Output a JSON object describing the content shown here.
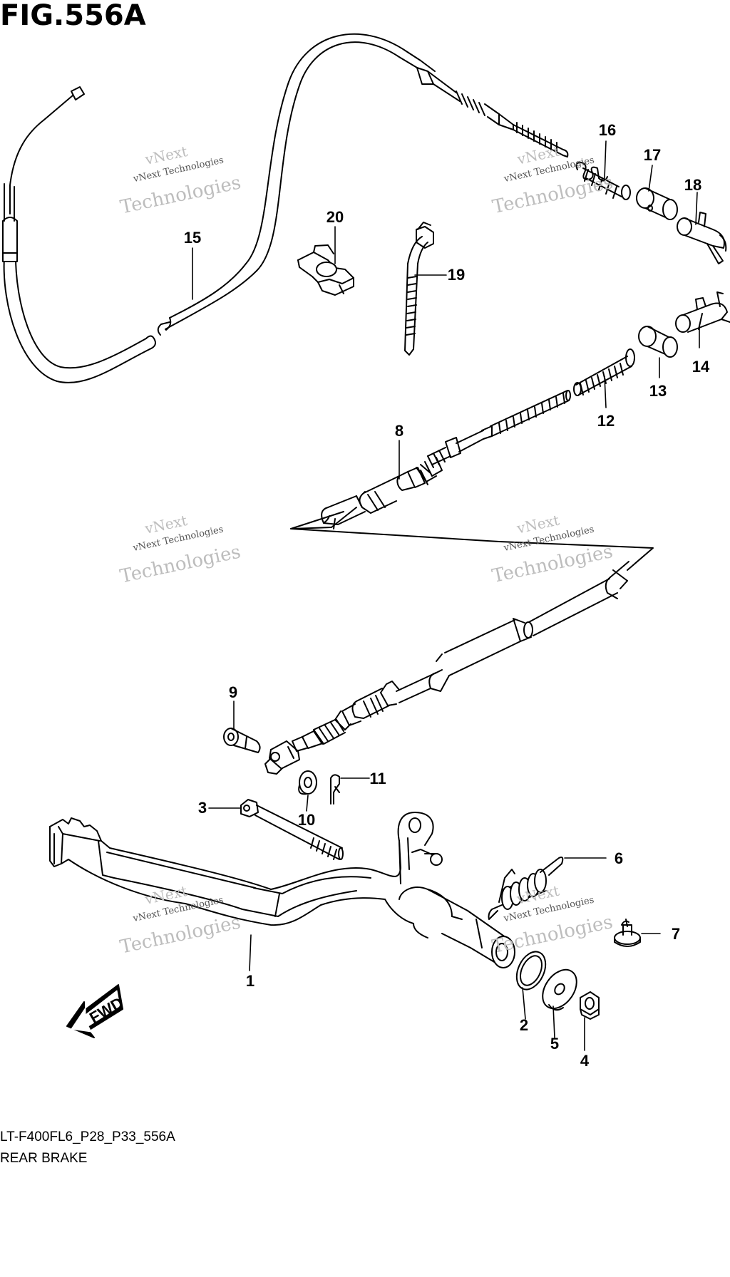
{
  "figure": {
    "title": "FIG.556A",
    "code": "LT-F400FL6_P28_P33_556A",
    "section": "REAR BRAKE"
  },
  "watermark": {
    "small": "vNext Technologies",
    "large": "Technologies",
    "top": "vNext"
  },
  "direction_label": "FWD",
  "callouts": [
    "1",
    "2",
    "3",
    "4",
    "5",
    "6",
    "7",
    "8",
    "9",
    "10",
    "11",
    "12",
    "13",
    "14",
    "15",
    "16",
    "17",
    "18",
    "19",
    "20"
  ],
  "colors": {
    "line": "#000000",
    "watermark": "#bdbdbd",
    "background": "#ffffff"
  }
}
